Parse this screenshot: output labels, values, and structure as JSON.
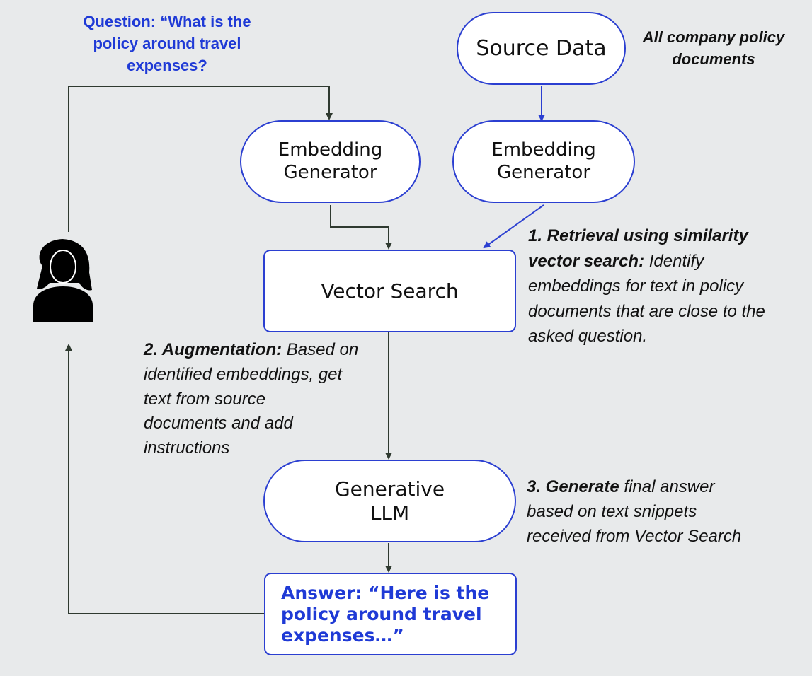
{
  "nodes": {
    "source_data": "Source Data",
    "embedding_generator_question": "Embedding\nGenerator",
    "embedding_generator_docs": "Embedding\nGenerator",
    "vector_search": "Vector Search",
    "generative_llm": "Generative\nLLM",
    "answer": "Answer: “Here is the\npolicy around travel\nexpenses…”"
  },
  "annotations": {
    "question": "Question: “What is the\npolicy around travel\nexpenses?",
    "source_note": "All company policy\ndocuments",
    "retrieval": {
      "bold": "1.  Retrieval using similarity\nvector search:",
      "text": "  Identify\nembeddings for  text in policy\ndocuments that are close to the\nasked question."
    },
    "augmentation": {
      "bold": "2. Augmentation:",
      "text": " Based on\nidentified embeddings, get\ntext from source\ndocuments and add\ninstructions"
    },
    "generate": {
      "bold": "3. Generate",
      "text": " final answer\nbased on text snippets\nreceived from Vector Search"
    }
  },
  "colors": {
    "background": "#e8eaeb",
    "node_border": "#2b3fd1",
    "accent_text": "#1f3ad6",
    "connector_dark": "#2f3a30",
    "connector_blue": "#2b3fd1"
  }
}
